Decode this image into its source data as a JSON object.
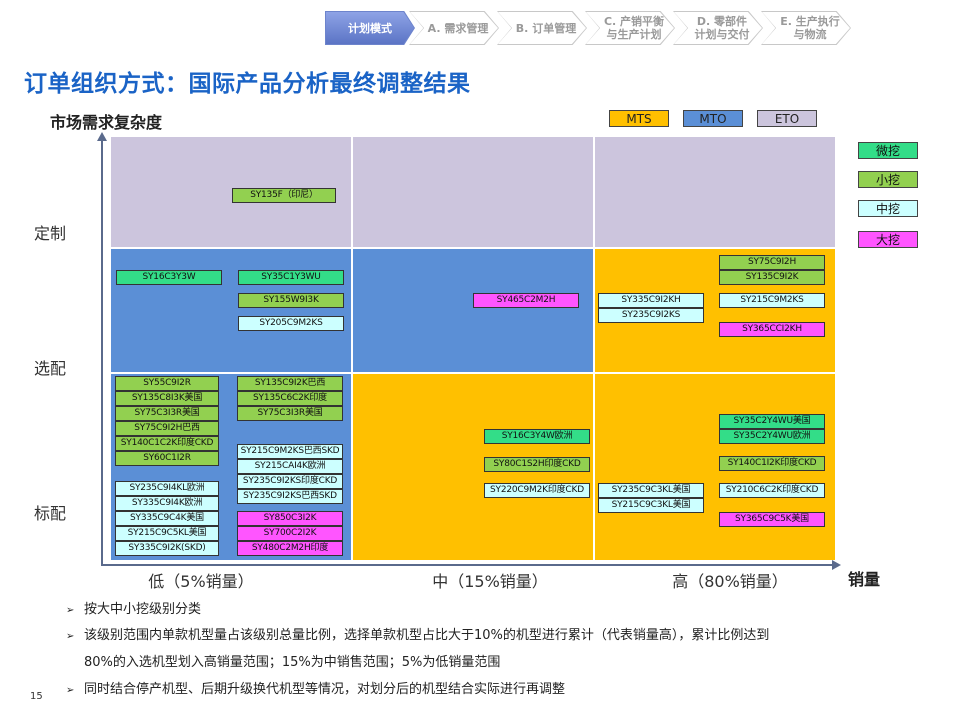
{
  "nav_steps": [
    {
      "label": "计划模式",
      "active": true
    },
    {
      "label": "A. 需求管理",
      "active": false
    },
    {
      "label": "B. 订单管理",
      "active": false
    },
    {
      "label": "C. 产销平衡\n与生产计划",
      "active": false
    },
    {
      "label": "D. 零部件\n计划与交付",
      "active": false
    },
    {
      "label": "E. 生产执行\n与物流",
      "active": false
    }
  ],
  "title": "订单组织方式：国际产品分析最终调整结果",
  "y_axis_title": "市场需求复杂度",
  "x_axis_title": "销量",
  "row_labels": {
    "custom": "定制",
    "option": "选配",
    "standard": "标配"
  },
  "col_labels": {
    "low": "低（5%销量）",
    "mid": "中（15%销量）",
    "high": "高（80%销量）"
  },
  "order_legend": [
    {
      "label": "MTS",
      "color": "#ffc000"
    },
    {
      "label": "MTO",
      "color": "#5b8fd6"
    },
    {
      "label": "ETO",
      "color": "#ccc5dd"
    }
  ],
  "size_legend": [
    {
      "label": "微挖",
      "color": "#33dd88"
    },
    {
      "label": "小挖",
      "color": "#92d050"
    },
    {
      "label": "中挖",
      "color": "#ccffff"
    },
    {
      "label": "大挖",
      "color": "#ff55ff"
    }
  ],
  "cell_colors": {
    "eto": "#ccc5dd",
    "mto": "#5b8fd6",
    "mts": "#ffc000"
  },
  "models": {
    "custom_low": [
      "SY135F（印尼）"
    ],
    "option_low": [
      "SY16C3Y3W",
      "SY35C1Y3WU",
      "SY155W9I3K",
      "SY205C9M2KS"
    ],
    "option_mid": [
      "SY465C2M2H"
    ],
    "option_high": [
      "SY75C9I2H",
      "SY135C9I2K",
      "SY335C9I2KH",
      "SY215C9M2KS",
      "SY235C9I2KS",
      "SY365CCI2KH"
    ],
    "standard_low": [
      "SY55C9I2R",
      "SY135C8I3K美国",
      "SY75C3I3R美国",
      "SY75C9I2H巴西",
      "SY140C1C2K印度CKD",
      "SY60C1I2R",
      "SY135C9I2K巴西",
      "SY135C6C2K印度",
      "SY75C3I3R美国",
      "SY215C9M2KS巴西SKD",
      "SY215CAI4K欧洲",
      "SY235C9I2KS印度CKD",
      "SY235C9I2KS巴西SKD",
      "SY235C9I4KL欧洲",
      "SY335C9I4K欧洲",
      "SY335C9C4K美国",
      "SY215C9C5KL美国",
      "SY335C9I2K(SKD)",
      "SY850C3I2K",
      "SY700C2I2K",
      "SY480C2M2H印度"
    ],
    "standard_mid": [
      "SY16C3Y4W欧洲",
      "SY80C1S2H印度CKD",
      "SY220C9M2K印度CKD"
    ],
    "standard_high": [
      "SY35C2Y4WU美国",
      "SY35C2Y4WU欧洲",
      "SY140C1I2K印度CKD",
      "SY235C9C3KL美国",
      "SY210C6C2K印度CKD",
      "SY215C9C3KL美国",
      "SY365C9C5K美国"
    ]
  },
  "bullets": [
    "按大中小挖级别分类",
    "该级别范围内单款机型量占该级别总量比例，选择单款机型占比大于10%的机型进行累计（代表销量高），累计比例达到",
    "80%的入选机型划入高销量范围；15%为中销售范围；5%为低销量范围",
    "同时结合停产机型、后期升级换代机型等情况，对划分后的机型结合实际进行再调整"
  ],
  "page_number": "15"
}
